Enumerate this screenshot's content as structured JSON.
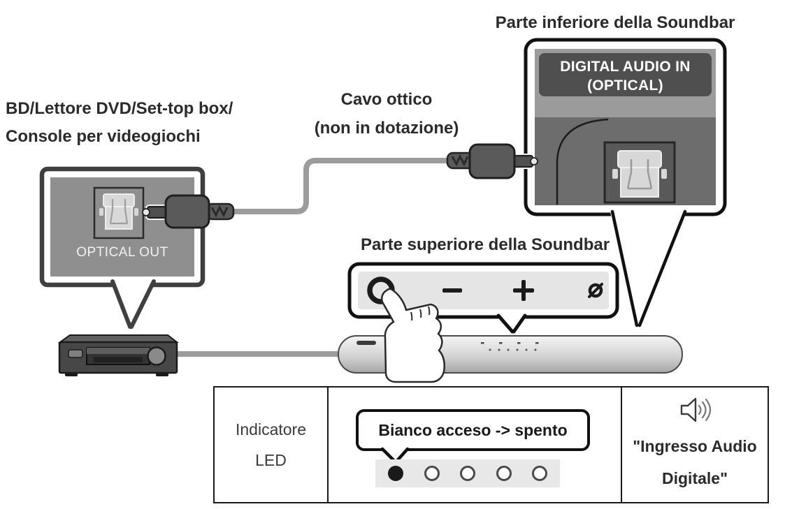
{
  "labels": {
    "soundbar_bottom": "Parte inferiore della Soundbar",
    "source_device_line1": "BD/Lettore DVD/Set-top box/",
    "source_device_line2": "Console per videogiochi",
    "optical_cable_line1": "Cavo ottico",
    "optical_cable_line2": "(non in dotazione)",
    "soundbar_top": "Parte superiore della Soundbar"
  },
  "ports": {
    "digital_audio_in_line1": "DIGITAL AUDIO IN",
    "digital_audio_in_line2": "(OPTICAL)",
    "optical_out": "OPTICAL OUT"
  },
  "top_panel_buttons": [
    "multifunction",
    "volume-down",
    "volume-up",
    "microphone-off"
  ],
  "table": {
    "indicator_line1": "Indicatore",
    "indicator_line2": "LED",
    "led_callout": "Bianco acceso -> spento",
    "led_states": [
      "on",
      "off",
      "off",
      "off",
      "off"
    ],
    "voice_prompt_line1": "\"Ingresso Audio",
    "voice_prompt_line2": "Digitale\""
  },
  "colors": {
    "text": "#2b2b2b",
    "outline": "#111111",
    "panel_gray": "#8f8f8f",
    "panel_gray_light": "#9b9b9b",
    "label_dark": "#4f4f4f",
    "cable_gray": "#9c9c9c",
    "led_on": "#1a1a1a",
    "led_off": "#fdfdfd"
  }
}
